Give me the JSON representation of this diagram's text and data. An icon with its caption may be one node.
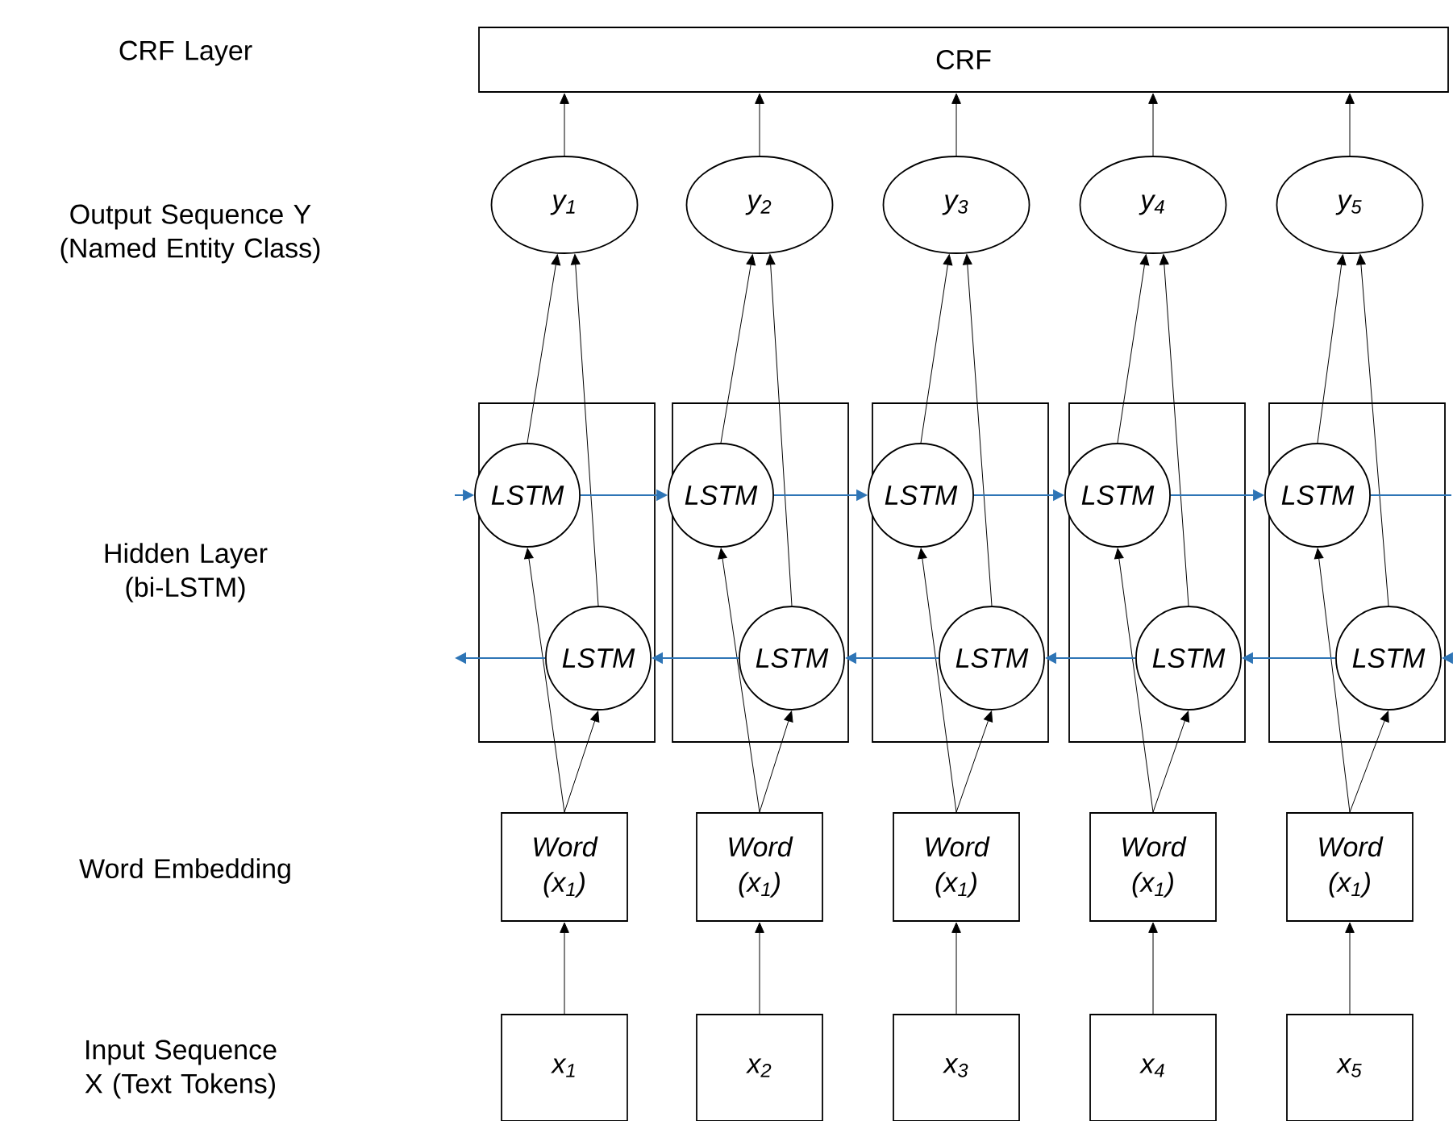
{
  "diagram": {
    "nodes": [
      {
        "text": [
          "CRF"
        ]
      },
      {
        "text": [
          "y$_{1}$"
        ]
      },
      {
        "text": [
          "y$_{2}$"
        ]
      },
      {
        "text": [
          "y$_{3}$"
        ]
      },
      {
        "text": [
          "y$_{4}$"
        ]
      },
      {
        "text": [
          "y$_{5}$"
        ]
      },
      {
        "text": [],
        "shape": "box"
      },
      {
        "text": [
          "LSTM"
        ],
        "in": 6
      },
      {
        "text": [
          "LSTM"
        ],
        "in": 6
      },
      {
        "text": [],
        "shape": "box"
      },
      {
        "text": [
          "LSTM"
        ],
        "in": 9
      },
      {
        "text": [
          "LSTM"
        ],
        "in": 9
      },
      {
        "text": [],
        "shape": "box"
      },
      {
        "text": [
          "LSTM"
        ],
        "in": 12
      },
      {
        "text": [
          "LSTM"
        ],
        "in": 12
      },
      {
        "text": [],
        "shape": "box"
      },
      {
        "text": [
          "LSTM"
        ],
        "in": 15
      },
      {
        "text": [
          "LSTM"
        ],
        "in": 15
      },
      {
        "text": [],
        "shape": "box"
      },
      {
        "text": [
          "LSTM"
        ],
        "in": 18
      },
      {
        "text": [
          "LSTM"
        ],
        "in": 18
      },
      {
        "text": [
          "Word (x$_{1}$)"
        ]
      },
      {
        "text": [
          "Word (x$_{1}$)"
        ]
      },
      {
        "text": [
          "Word (x$_{1}$)"
        ]
      },
      {
        "text": [
          "Word (x$_{1}$)"
        ]
      },
      {
        "text": [
          "Word (x$_{1}$)"
        ]
      },
      {
        "text": [
          "x$_{1}$"
        ]
      },
      {
        "text": [
          "x$_{2}$"
        ]
      },
      {
        "text": [
          "x$_{3}$"
        ]
      },
      {
        "text": [
          "x$_{4}$"
        ]
      },
      {
        "text": [
          "x$_{5}$"
        ]
      }
    ],
    "edges": [
      {
        "from": 1,
        "to": 0,
        "arrow": "to"
      },
      {
        "from": 2,
        "to": 0,
        "arrow": "to"
      },
      {
        "from": 3,
        "to": 0,
        "arrow": "to"
      },
      {
        "from": 4,
        "to": 0,
        "arrow": "to"
      },
      {
        "from": 5,
        "to": 0,
        "arrow": "to"
      },
      {
        "from": 7,
        "to": 1,
        "arrow": "to"
      },
      {
        "from": 8,
        "to": 1,
        "arrow": "to"
      },
      {
        "from": 10,
        "to": 2,
        "arrow": "to"
      },
      {
        "from": 11,
        "to": 2,
        "arrow": "to"
      },
      {
        "from": 13,
        "to": 3,
        "arrow": "to"
      },
      {
        "from": 14,
        "to": 3,
        "arrow": "to"
      },
      {
        "from": 16,
        "to": 4,
        "arrow": "to"
      },
      {
        "from": 17,
        "to": 4,
        "arrow": "to"
      },
      {
        "from": 19,
        "to": 5,
        "arrow": "to"
      },
      {
        "from": 20,
        "to": 5,
        "arrow": "to"
      },
      {
        "from": 21,
        "to": 7,
        "arrow": "to"
      },
      {
        "from": 21,
        "to": 8,
        "arrow": "to"
      },
      {
        "from": 22,
        "to": 10,
        "arrow": "to"
      },
      {
        "from": 22,
        "to": 11,
        "arrow": "to"
      },
      {
        "from": 23,
        "to": 13,
        "arrow": "to"
      },
      {
        "from": 23,
        "to": 14,
        "arrow": "to"
      },
      {
        "from": 24,
        "to": 16,
        "arrow": "to"
      },
      {
        "from": 24,
        "to": 17,
        "arrow": "to"
      },
      {
        "from": 25,
        "to": 19,
        "arrow": "to"
      },
      {
        "from": 25,
        "to": 20,
        "arrow": "to"
      },
      {
        "from": 26,
        "to": 21,
        "arrow": "to"
      },
      {
        "from": 27,
        "to": 22,
        "arrow": "to"
      },
      {
        "from": 28,
        "to": 23,
        "arrow": "to"
      },
      {
        "from": 29,
        "to": 24,
        "arrow": "to"
      },
      {
        "from": 30,
        "to": 25,
        "arrow": "to"
      },
      {
        "from": null,
        "to": 7,
        "arrow": "to",
        "color": "#2e75b6"
      },
      {
        "from": 7,
        "to": 10,
        "arrow": "to",
        "color": "#2e75b6"
      },
      {
        "from": 10,
        "to": 13,
        "arrow": "to",
        "color": "#2e75b6"
      },
      {
        "from": 13,
        "to": 16,
        "arrow": "to",
        "color": "#2e75b6"
      },
      {
        "from": 16,
        "to": 19,
        "arrow": "to",
        "color": "#2e75b6"
      },
      {
        "from": 19,
        "to": null,
        "arrow": "none",
        "color": "#2e75b6"
      },
      {
        "from": null,
        "to": 20,
        "arrow": "to",
        "color": "#2e75b6"
      },
      {
        "from": 20,
        "to": 17,
        "arrow": "to",
        "color": "#2e75b6"
      },
      {
        "from": 17,
        "to": 14,
        "arrow": "to",
        "color": "#2e75b6"
      },
      {
        "from": 14,
        "to": 11,
        "arrow": "to",
        "color": "#2e75b6"
      },
      {
        "from": 11,
        "to": 8,
        "arrow": "to",
        "color": "#2e75b6"
      },
      {
        "from": 8,
        "to": null,
        "arrow": "to",
        "color": "#2e75b6"
      }
    ],
    "labels": [
      "CRF Layer",
      "Output Sequence Y (Named Entity Class)",
      "Hidden Layer (bi-LSTM)",
      "Word Embedding",
      "Input Sequence X (Text Tokens)"
    ]
  }
}
